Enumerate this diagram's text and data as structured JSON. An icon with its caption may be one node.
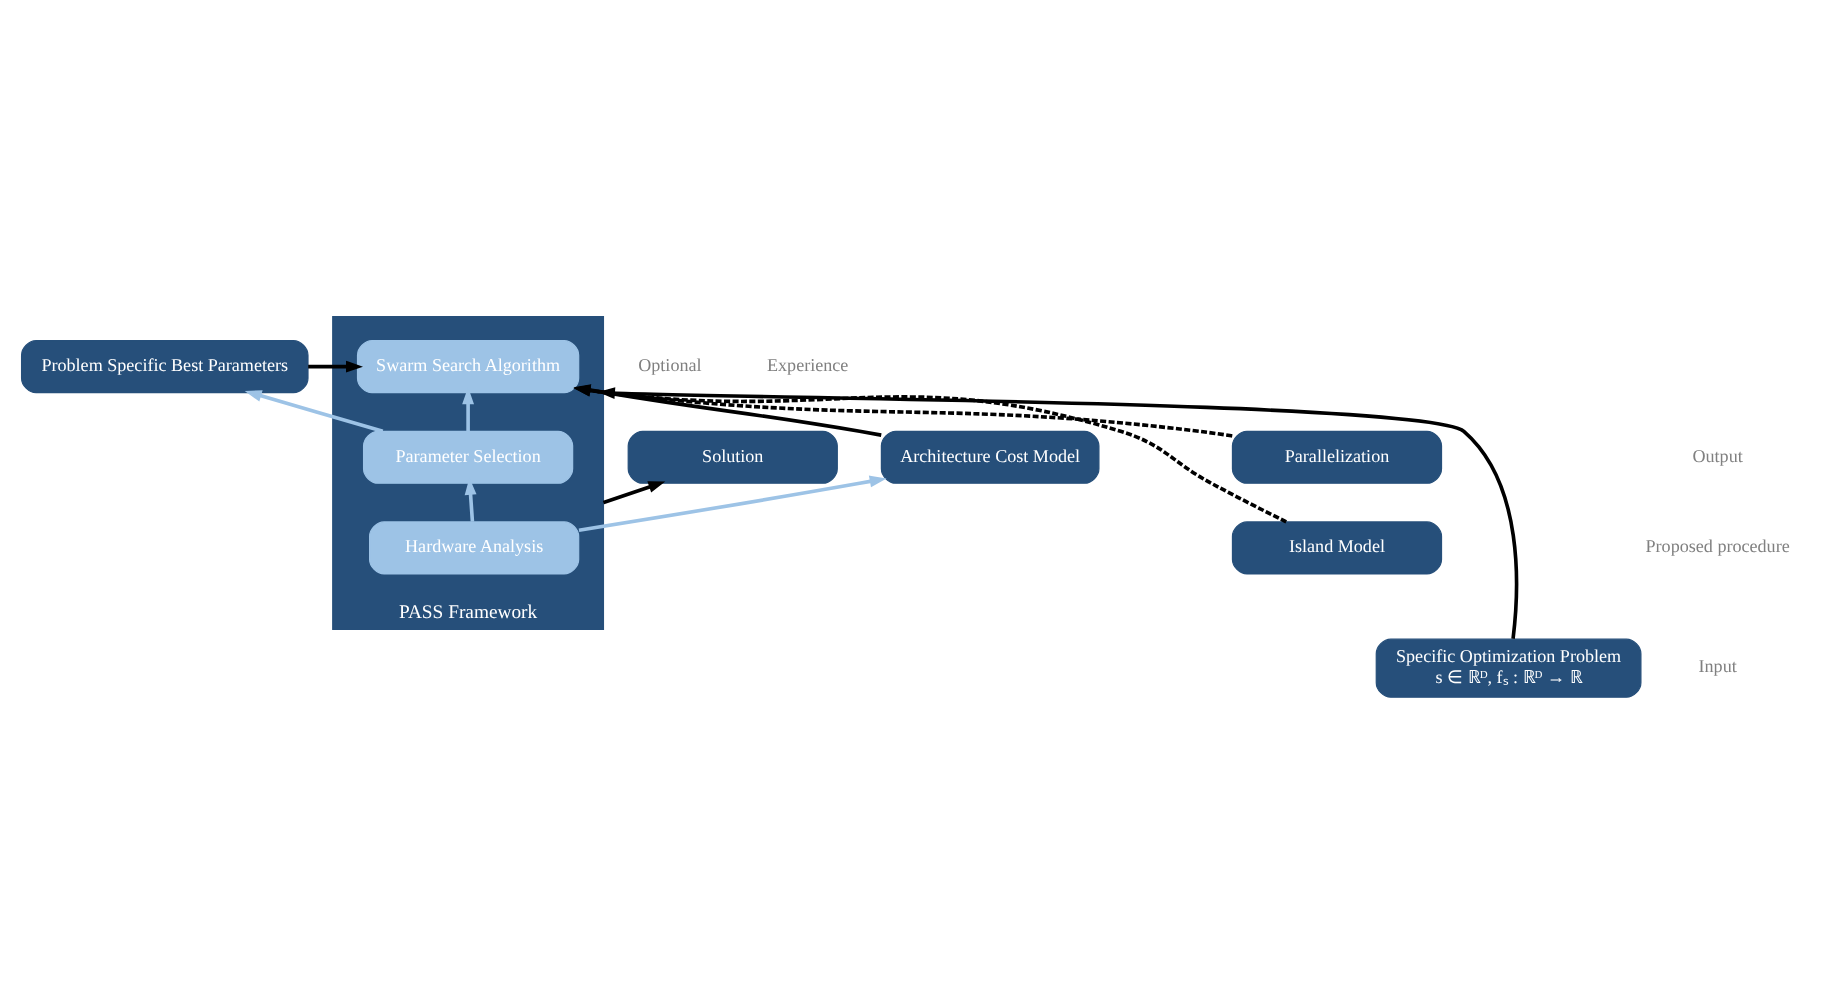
{
  "diagram": {
    "nodes": [
      {
        "text": [
          "Solution"
        ]
      },
      {
        "text": [
          "PASS Framework"
        ]
      },
      {
        "text": [
          "Swarm Search Algorithm"
        ],
        "in": 1
      },
      {
        "text": [
          "Parameter Selection"
        ],
        "in": 1
      },
      {
        "text": [
          "Hardware Analysis"
        ],
        "in": 1
      },
      {
        "text": [
          "Parallelization"
        ]
      },
      {
        "text": [
          "Island Model"
        ]
      },
      {
        "text": [
          "Problem Specific Best Parameters"
        ]
      },
      {
        "text": [
          "Architecture Cost Model"
        ]
      },
      {
        "text": [
          "Specific Optimization Problem",
          "s ∈ ℝᴰ, fₛ : ℝᴰ → ℝ"
        ]
      }
    ],
    "edges": [
      {
        "from": 9,
        "to": 1,
        "arrow": "to"
      },
      {
        "from": 4,
        "to": 3,
        "arrow": "to",
        "color": "#9dc3e6"
      },
      {
        "from": 3,
        "to": 2,
        "arrow": "to",
        "color": "#9dc3e6"
      },
      {
        "from": 3,
        "to": 7,
        "arrow": "to",
        "color": "#9dc3e6"
      },
      {
        "from": 4,
        "to": 8,
        "arrow": "to",
        "color": "#9dc3e6"
      },
      {
        "from": 5,
        "to": 2,
        "arrow": "to",
        "style": "dashed"
      },
      {
        "from": 6,
        "to": 2,
        "arrow": "to",
        "style": "dashed"
      },
      {
        "from": 7,
        "to": 2,
        "arrow": "to"
      },
      {
        "from": 8,
        "to": 2,
        "arrow": "to"
      },
      {
        "from": 1,
        "to": 0,
        "arrow": "to"
      }
    ],
    "labels": [
      "Output",
      "Optional",
      "Experience",
      "Proposed procedure",
      "Input"
    ]
  }
}
